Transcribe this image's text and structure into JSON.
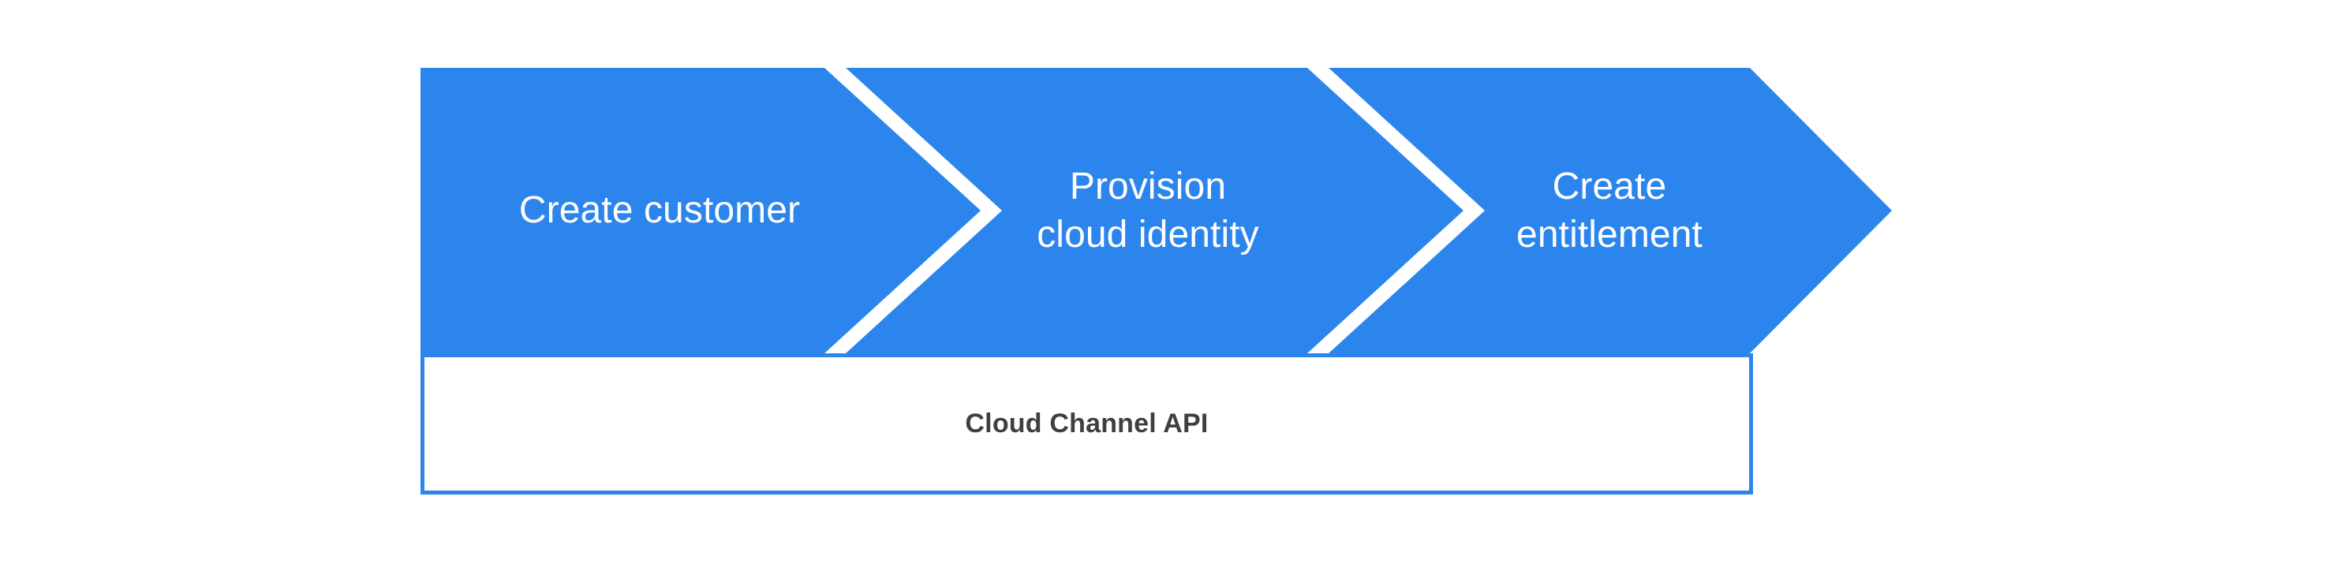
{
  "diagram": {
    "type": "process-flow-chevron",
    "orientation": "horizontal",
    "colors": {
      "chevron_fill": "#2B85EC",
      "chevron_text": "#FFFFFF",
      "box_border": "#2B85EC",
      "box_fill": "#FFFFFF",
      "box_text": "#3C4043",
      "background": "#FFFFFF"
    },
    "steps": [
      {
        "index": 1,
        "label": "Create customer"
      },
      {
        "index": 2,
        "label": "Provision\ncloud identity"
      },
      {
        "index": 3,
        "label": "Create\nentitlement"
      }
    ],
    "footer": {
      "label": "Cloud Channel API"
    }
  }
}
